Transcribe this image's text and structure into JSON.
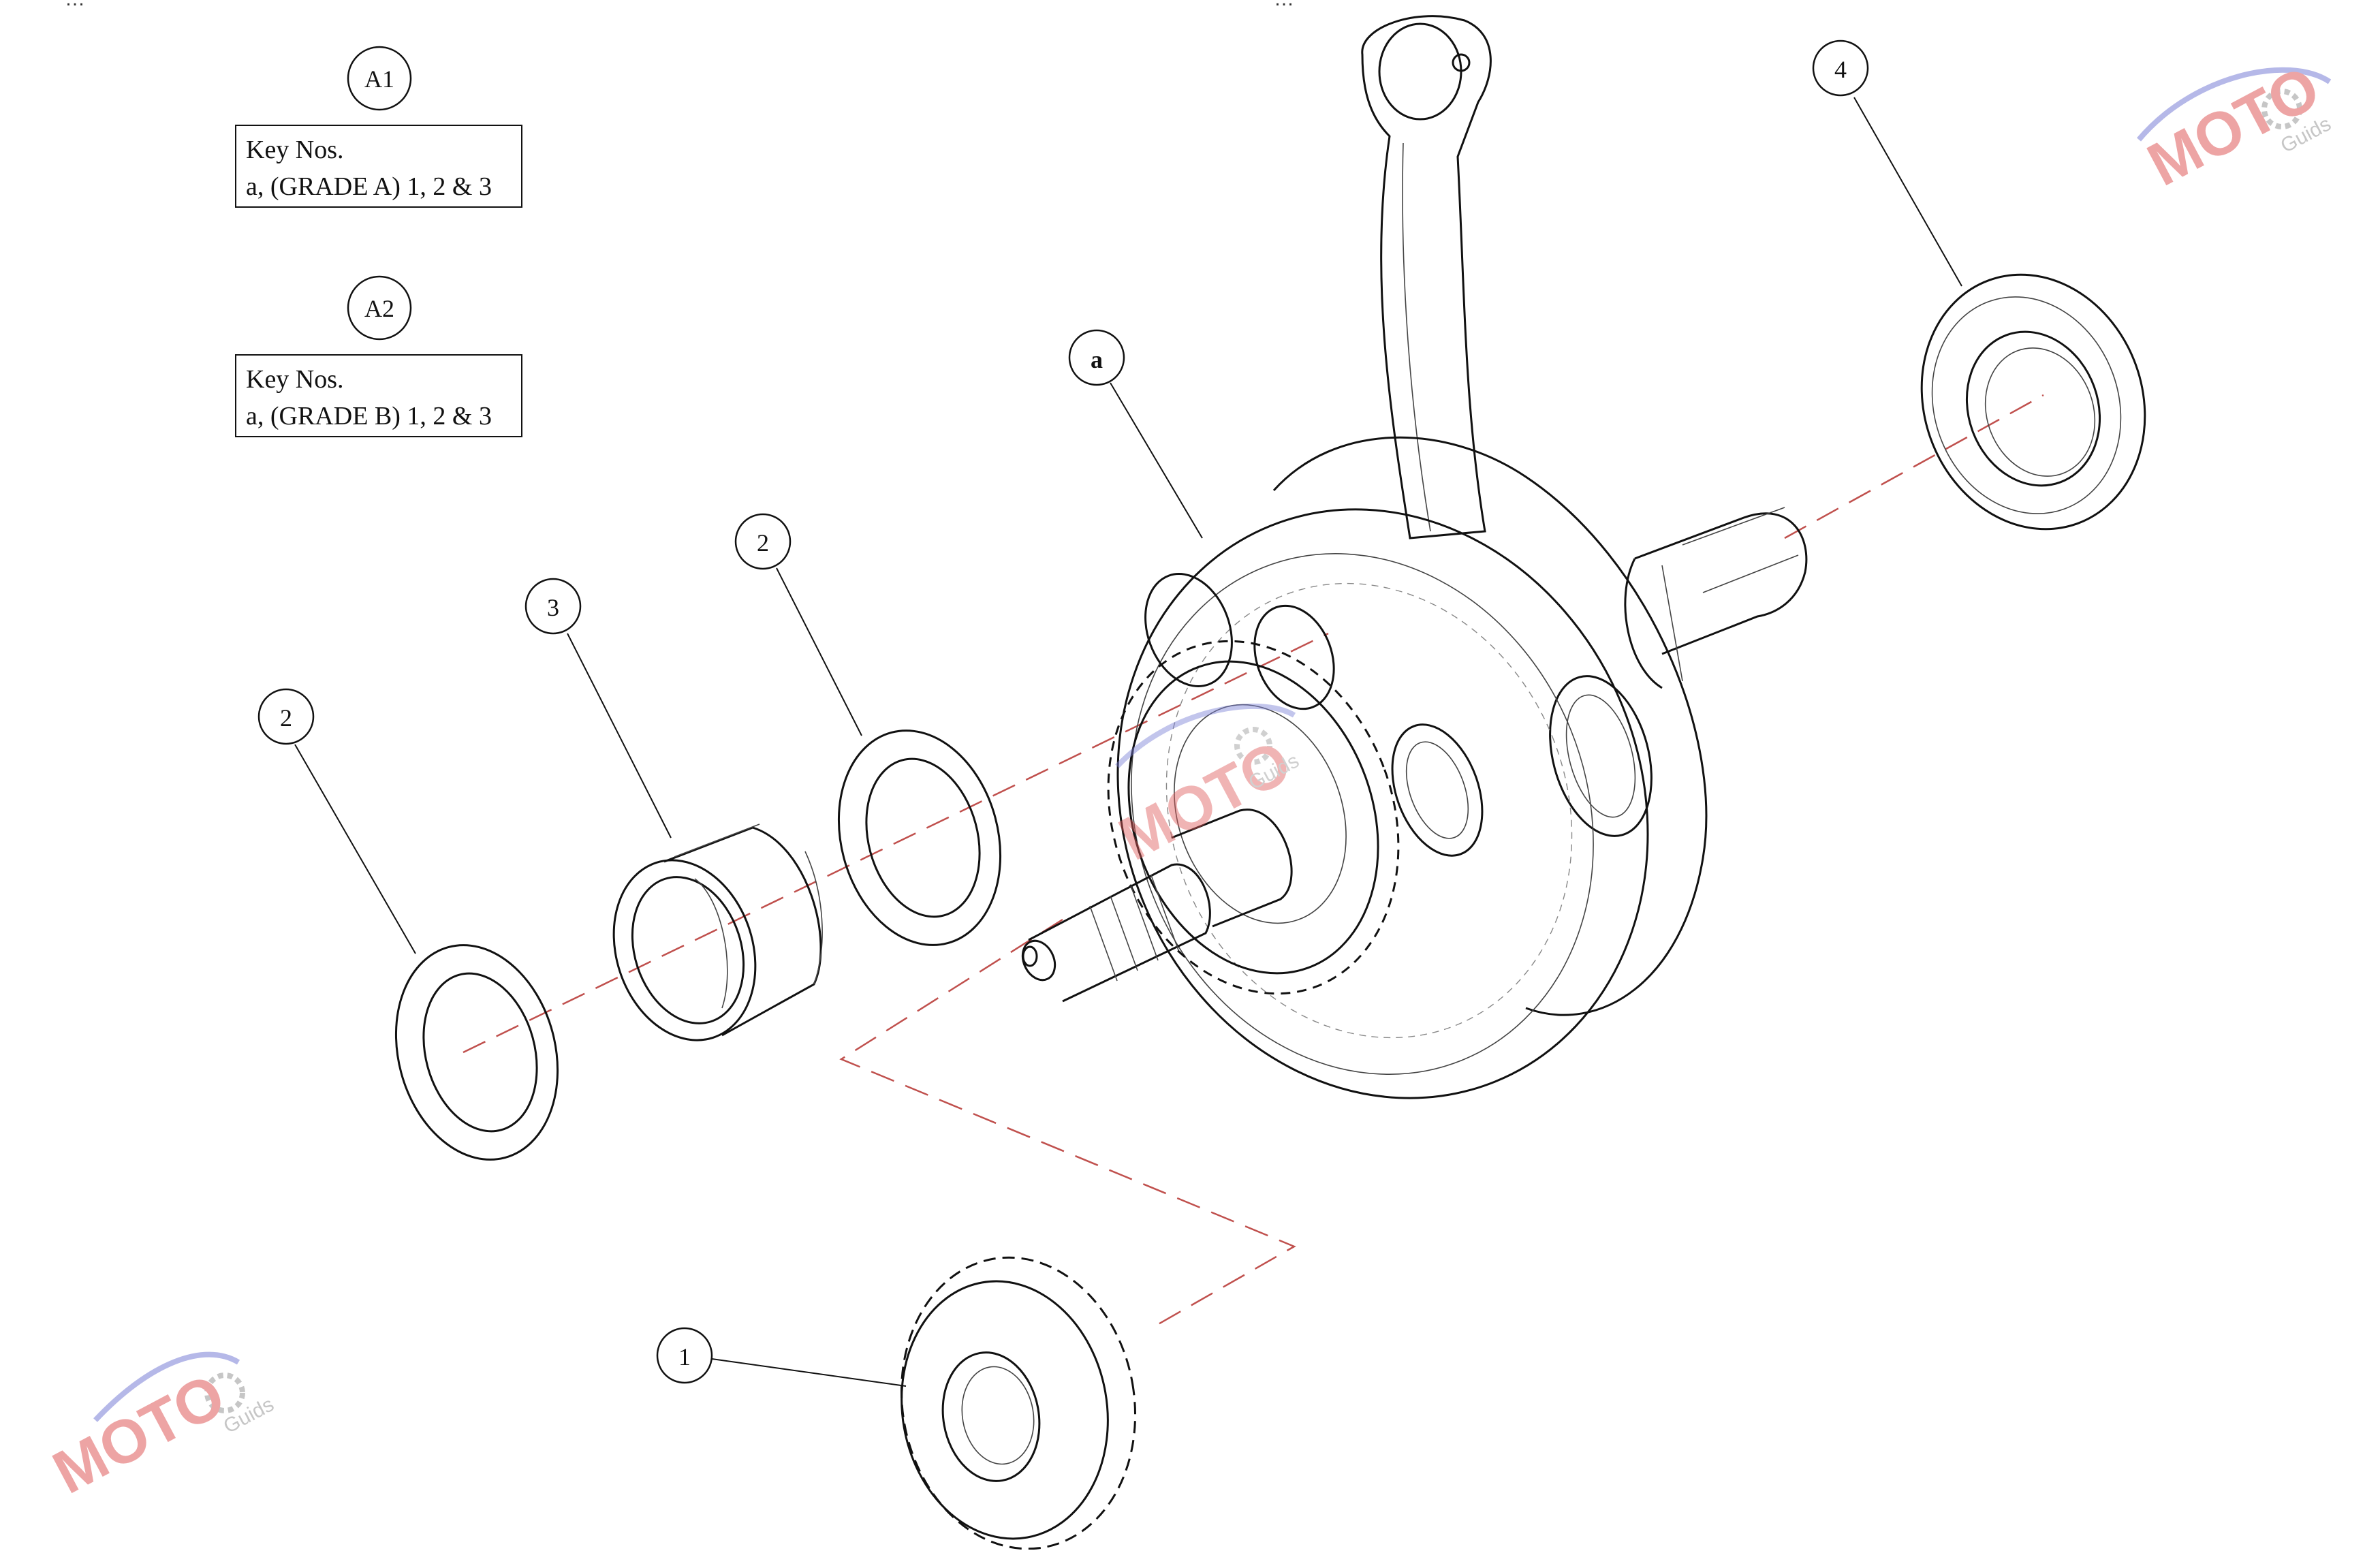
{
  "header": {
    "left_text": "…",
    "center_text": "…"
  },
  "groups": [
    {
      "id": "A1",
      "key_title": "Key Nos.",
      "key_line": "a, (GRADE A) 1, 2 & 3"
    },
    {
      "id": "A2",
      "key_title": "Key Nos.",
      "key_line": "a, (GRADE B) 1, 2 & 3"
    }
  ],
  "callouts": {
    "a": "a",
    "one": "1",
    "two_left": "2",
    "two_right": "2",
    "three": "3",
    "four": "4"
  },
  "watermark": {
    "brand": "MOTO",
    "sub": "Guids"
  },
  "colors": {
    "axis_line": "#c0504d",
    "ink": "#111111",
    "watermark_red": "#e05a5a",
    "watermark_blue": "#7a7fd6"
  }
}
